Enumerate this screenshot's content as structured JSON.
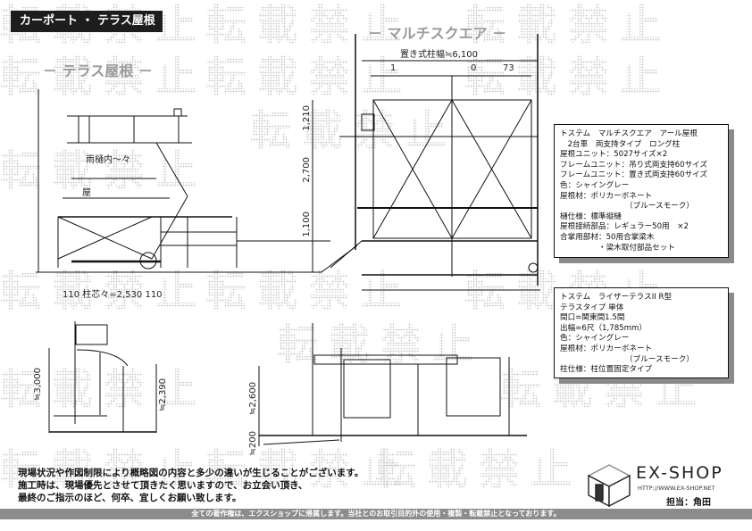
{
  "header": {
    "title": "カーポート ・ テラス屋根"
  },
  "watermark": {
    "text": "転載禁止"
  },
  "sections": {
    "terrace_title": "－ テラス屋根 －",
    "carport_title": "－ マルチスクエア －"
  },
  "plan_drawing": {
    "width_label": "置き式柱幅≒6,100",
    "segments": [
      "1",
      "0",
      "73"
    ],
    "dims_vertical": [
      "1,210",
      "2,700",
      "1,100"
    ],
    "gutter_label": "雨樋内～々",
    "roof_label": "屋",
    "terrace_span": "110 柱芯々=2,530 110"
  },
  "elevation_drawing": {
    "height_1": "≒3,000",
    "height_2": "≒2,390",
    "height_3": "≒2,600",
    "base": "≒200"
  },
  "spec_carport": {
    "lines": [
      "トステム　マルチスクエア　アール屋根",
      "　2台車　両支持タイプ　ロング柱",
      "屋根ユニット：5027サイズ×2",
      "フレームユニット：吊り式両支持60サイズ",
      "フレームユニット：置き式両支持60サイズ",
      "色：シャイングレー",
      "屋根材：ポリカーボネート",
      "　　　　　　　　　（ブルースモーク）",
      "樋仕様：標準縦樋",
      "屋根接続部品：レギュラー50用　×2",
      "合掌用部材：50用合掌梁木",
      "　　　　　・梁木取付部品セット"
    ]
  },
  "spec_terrace": {
    "lines": [
      "トステム　ライザーテラスII R型",
      "テラスタイプ 単体",
      "間口=関東間1.5間",
      "出幅=6尺（1,785mm）",
      "色：シャイングレー",
      "屋根材：ポリカーボネート",
      "　　　　　　　　　（ブルースモーク）",
      "柱仕様：柱位置固定タイプ"
    ]
  },
  "notes": {
    "lines": [
      "現場状況や作図制限により概略図の内容と多少の違いが生じることがございます。",
      "施工時は、現場優先とさせて頂きたく思いますので、お立会い頂き、",
      "最終のご指示のほど、何卒、宜しくお願い致します。"
    ]
  },
  "footer": {
    "copyright": "全ての著作権は、エクスショップに帰属します。当社とのお取引目的外の使用・複製・転載禁止となっております。"
  },
  "logo": {
    "name": "EX-SHOP",
    "url": "HTTP://WWW.EX-SHOP.NET",
    "staff": "担当：角田"
  },
  "colors": {
    "title_bar": "#1d1d1d",
    "footer_bar": "#8c8c8c",
    "section_title": "#9a9a9a",
    "watermark": "#cfcfcf"
  }
}
